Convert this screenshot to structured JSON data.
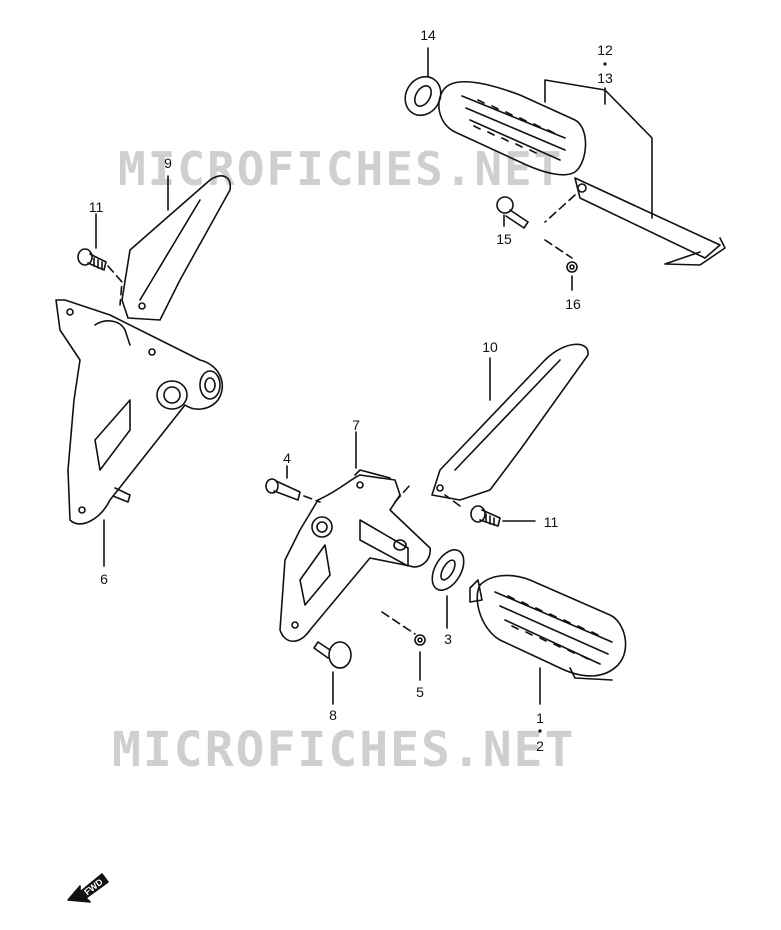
{
  "callouts": {
    "c1": "1",
    "c2": "2",
    "c3": "3",
    "c4": "4",
    "c5": "5",
    "c6": "6",
    "c7": "7",
    "c8": "8",
    "c9": "9",
    "c10": "10",
    "c11a": "11",
    "c11b": "11",
    "c12": "12",
    "c13": "13",
    "c14": "14",
    "c15": "15",
    "c16": "16"
  },
  "watermark": {
    "top": "MICROFICHES.NET",
    "bottom": "MICROFICHES.NET"
  },
  "fwd_arrow": {
    "label": "FWD"
  }
}
